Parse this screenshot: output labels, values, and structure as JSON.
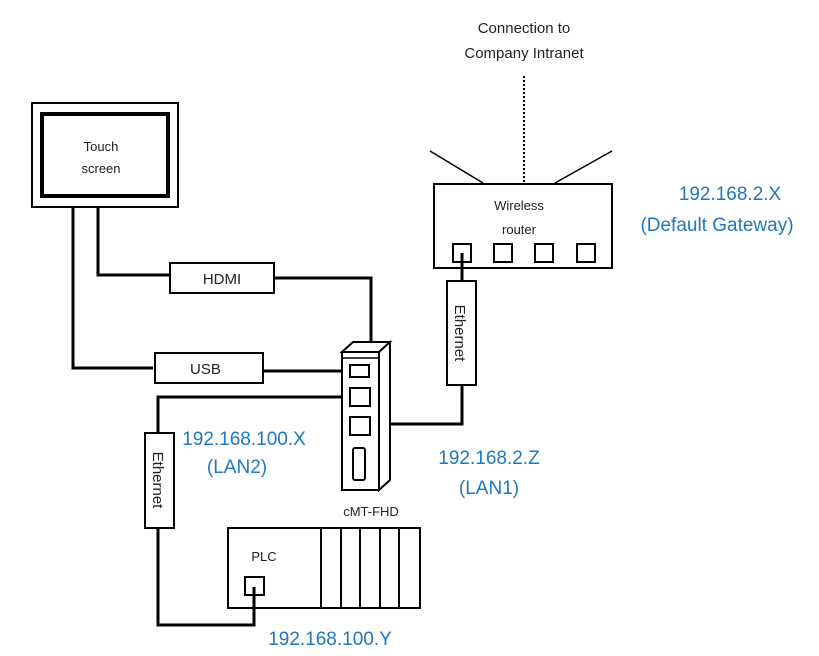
{
  "colors": {
    "ip_text": "#1f77c0",
    "line": "#000000",
    "label_text": "#222222"
  },
  "intranet": {
    "line1": "Connection to",
    "line2": "Company Intranet"
  },
  "touch_screen": {
    "line1": "Touch",
    "line2": "screen"
  },
  "router": {
    "line1": "Wireless",
    "line2": "router",
    "ip": "192.168.2.X",
    "role": "(Default Gateway)"
  },
  "cables": {
    "hdmi": "HDMI",
    "usb": "USB",
    "ethernet_router": "Ethernet",
    "ethernet_plc": "Ethernet"
  },
  "hmi": {
    "name": "cMT-FHD",
    "lan2_ip": "192.168.100.X",
    "lan2_label": "(LAN2)",
    "lan1_ip": "192.168.2.Z",
    "lan1_label": "(LAN1)"
  },
  "plc": {
    "name": "PLC",
    "ip": "192.168.100.Y"
  }
}
